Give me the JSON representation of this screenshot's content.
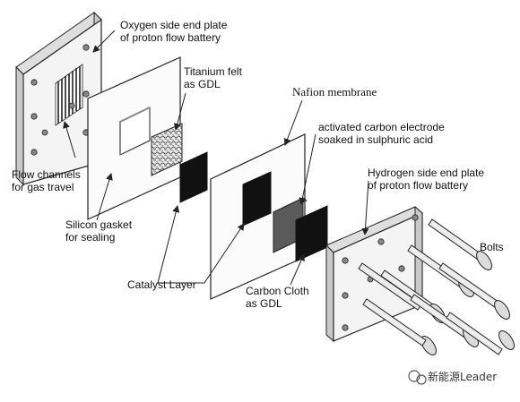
{
  "labels": {
    "oxygen_plate": "Oxygen side end plate\nof proton flow battery",
    "titanium_felt": "Titanium felt\nas GDL",
    "nafion": "Nafion membrane",
    "activated_carbon": "activated carbon electrode\nsoaked in sulphuric acid",
    "flow_channels": "Flow channels\nfor gas travel",
    "hydrogen_plate": "Hydrogen side end plate\nof proton flow battery",
    "bolts": "Bolts",
    "silicon_gasket": "Silicon gasket\nfor sealing",
    "catalyst_layer": "Catalyst Layer",
    "carbon_cloth": "Carbon Cloth\nas GDL"
  },
  "watermark": "新能源Leader",
  "colors": {
    "line": "#222222",
    "plate_face": "#f4f4f4",
    "plate_side": "#c9c9c9",
    "catalyst": "#111111",
    "electrode": "#5a5a5a"
  }
}
